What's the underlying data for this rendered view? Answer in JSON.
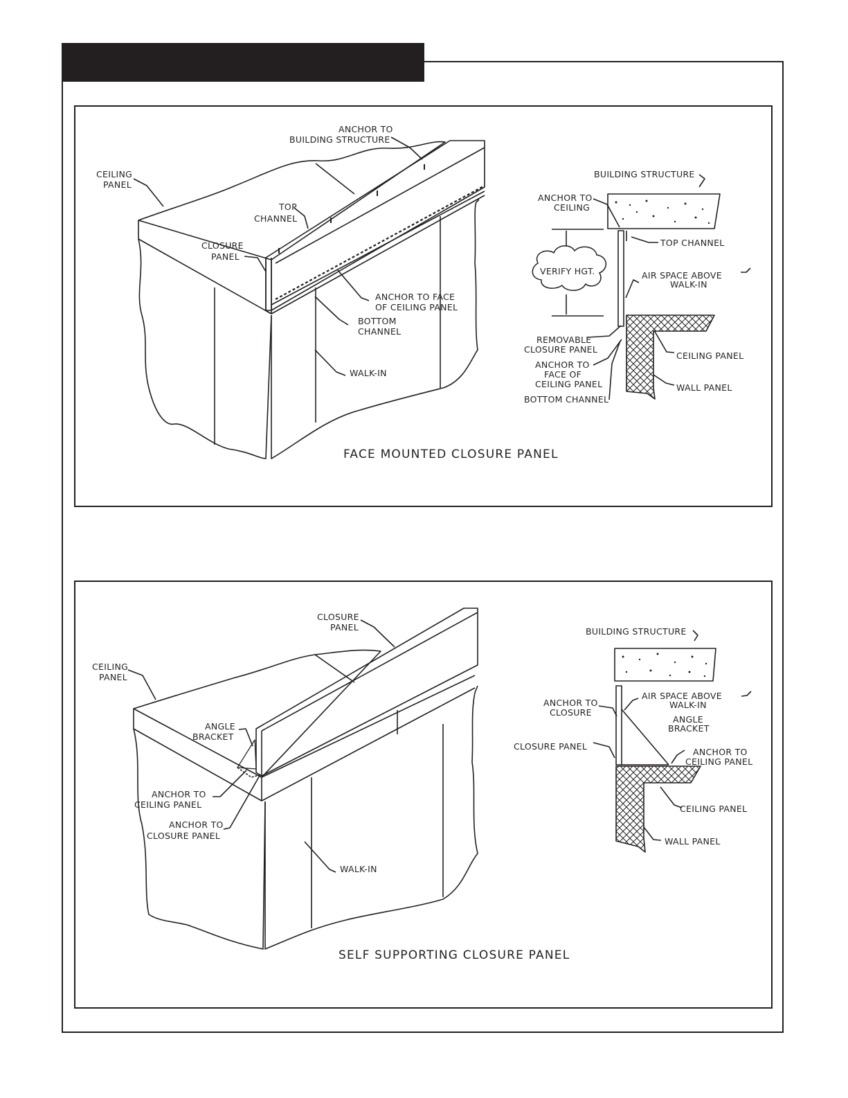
{
  "header": {
    "title": ""
  },
  "face_mounted": {
    "caption": "FACE MOUNTED CLOSURE PANEL",
    "iso": {
      "anchor_building": [
        "ANCHOR TO",
        "BUILDING STRUCTURE"
      ],
      "ceiling_panel": [
        "CEILING",
        "PANEL"
      ],
      "top_channel": [
        "TOP",
        "CHANNEL"
      ],
      "closure_panel": [
        "CLOSURE",
        "PANEL"
      ],
      "anchor_face": [
        "ANCHOR TO FACE",
        "OF CEILING PANEL"
      ],
      "bottom_channel": [
        "BOTTOM",
        "CHANNEL"
      ],
      "walk_in": "WALK-IN"
    },
    "section": {
      "building_structure": "BUILDING STRUCTURE",
      "anchor_ceiling": [
        "ANCHOR TO",
        "CEILING"
      ],
      "top_channel": "TOP CHANNEL",
      "verify_hgt": "VERIFY HGT.",
      "air_space": [
        "AIR SPACE ABOVE",
        "WALK-IN"
      ],
      "removable_closure": [
        "REMOVABLE",
        "CLOSURE PANEL"
      ],
      "ceiling_panel": "CEILING PANEL",
      "anchor_face": [
        "ANCHOR TO",
        "FACE OF",
        "CEILING PANEL"
      ],
      "wall_panel": "WALL PANEL",
      "bottom_channel": "BOTTOM CHANNEL"
    }
  },
  "self_supporting": {
    "caption": "SELF SUPPORTING CLOSURE PANEL",
    "iso": {
      "closure_panel": [
        "CLOSURE",
        "PANEL"
      ],
      "ceiling_panel": [
        "CEILING",
        "PANEL"
      ],
      "angle_bracket": [
        "ANGLE",
        "BRACKET"
      ],
      "anchor_ceiling": [
        "ANCHOR TO",
        "CEILING PANEL"
      ],
      "anchor_closure": [
        "ANCHOR TO",
        "CLOSURE PANEL"
      ],
      "walk_in": "WALK-IN"
    },
    "section": {
      "building_structure": "BUILDING STRUCTURE",
      "anchor_closure": [
        "ANCHOR TO",
        "CLOSURE"
      ],
      "air_space": [
        "AIR SPACE ABOVE",
        "WALK-IN"
      ],
      "angle_bracket": [
        "ANGLE",
        "BRACKET"
      ],
      "closure_panel": "CLOSURE PANEL",
      "anchor_ceiling": [
        "ANCHOR TO",
        "CEILING PANEL"
      ],
      "ceiling_panel": "CEILING PANEL",
      "wall_panel": "WALL PANEL"
    }
  }
}
